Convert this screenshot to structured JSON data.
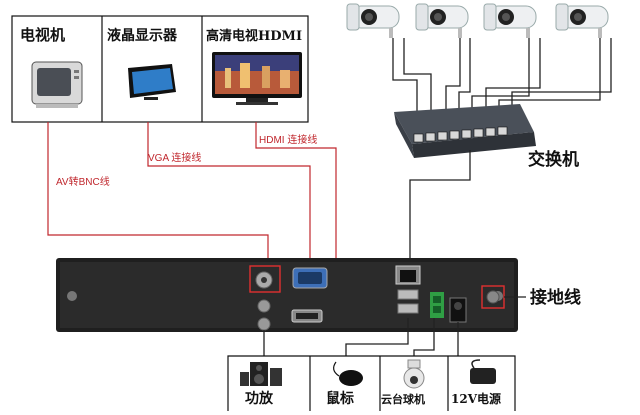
{
  "devices_top": [
    {
      "id": "tv",
      "label": "电视机"
    },
    {
      "id": "lcd",
      "label": "液晶显示器"
    },
    {
      "id": "hdtv",
      "label": "高清电视HDMI"
    }
  ],
  "cables": {
    "av_bnc": "AV转BNC线",
    "vga": "VGA 连接线",
    "hdmi": "HDMI 连接线"
  },
  "switch_label": "交换机",
  "ground_label": "接地线",
  "devices_bottom": [
    {
      "id": "amp",
      "label": "功放"
    },
    {
      "id": "mouse",
      "label": "鼠标"
    },
    {
      "id": "ptz",
      "label": "云台球机"
    },
    {
      "id": "power",
      "label": "12V电源"
    }
  ],
  "colors": {
    "cable_label": "#c0272d",
    "nvr_body": "#2b2b2b",
    "switch_body": "#3a3f47"
  }
}
